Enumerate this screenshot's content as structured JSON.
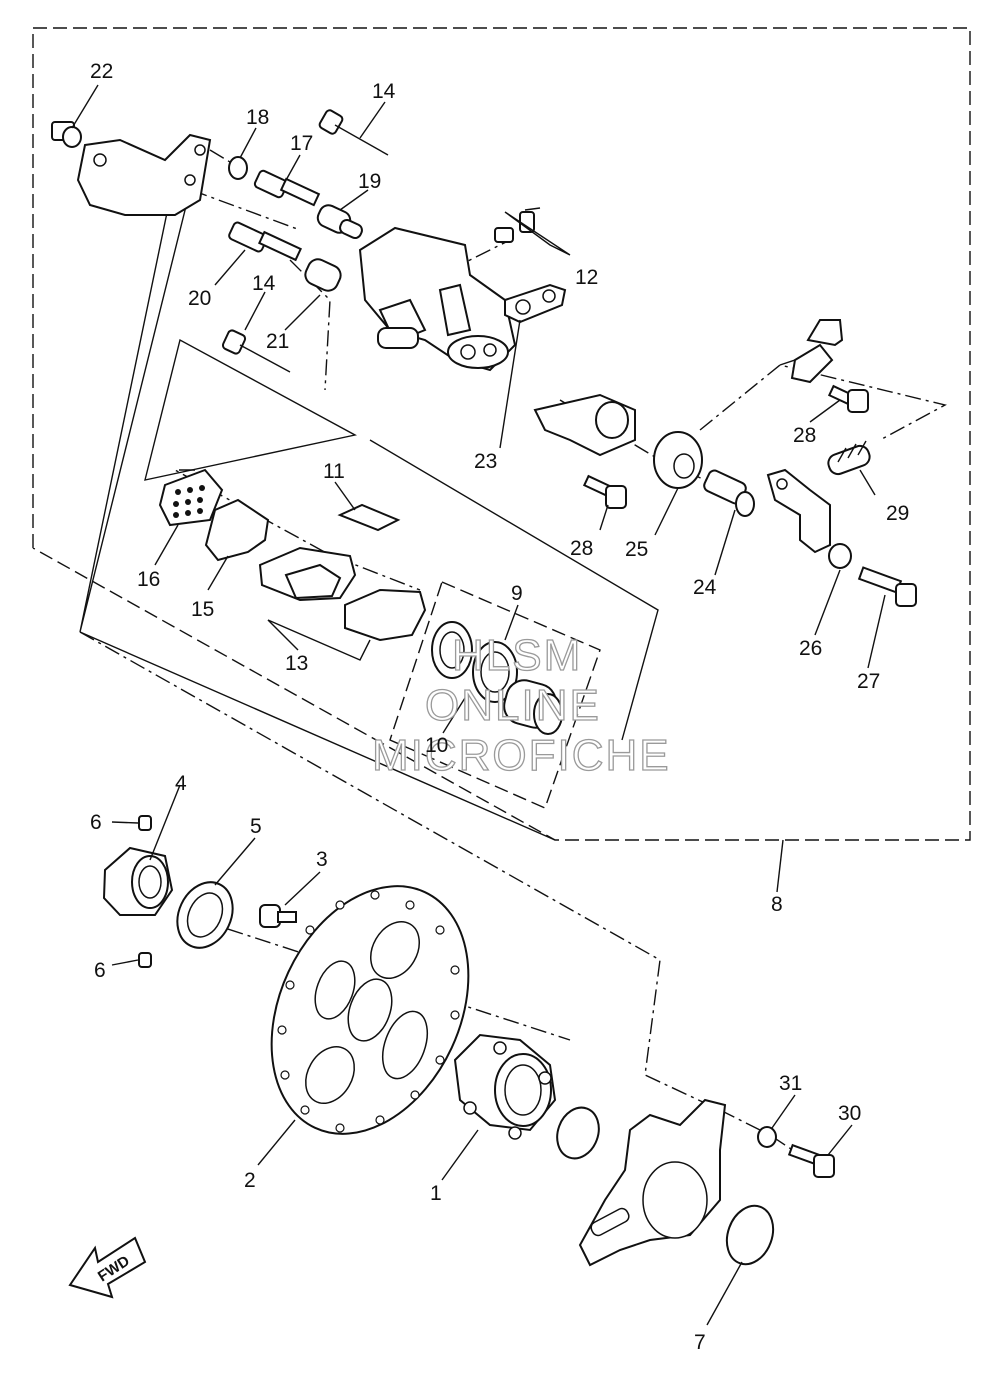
{
  "labels": [
    {
      "id": "lbl-22",
      "text": "22"
    },
    {
      "id": "lbl-18",
      "text": "18"
    },
    {
      "id": "lbl-14a",
      "text": "14"
    },
    {
      "id": "lbl-17",
      "text": "17"
    },
    {
      "id": "lbl-19",
      "text": "19"
    },
    {
      "id": "lbl-12",
      "text": "12"
    },
    {
      "id": "lbl-20",
      "text": "20"
    },
    {
      "id": "lbl-14b",
      "text": "14"
    },
    {
      "id": "lbl-21",
      "text": "21"
    },
    {
      "id": "lbl-23",
      "text": "23"
    },
    {
      "id": "lbl-28a",
      "text": "28"
    },
    {
      "id": "lbl-29",
      "text": "29"
    },
    {
      "id": "lbl-11",
      "text": "11"
    },
    {
      "id": "lbl-28b",
      "text": "28"
    },
    {
      "id": "lbl-25",
      "text": "25"
    },
    {
      "id": "lbl-24",
      "text": "24"
    },
    {
      "id": "lbl-16",
      "text": "16"
    },
    {
      "id": "lbl-15",
      "text": "15"
    },
    {
      "id": "lbl-9",
      "text": "9"
    },
    {
      "id": "lbl-13",
      "text": "13"
    },
    {
      "id": "lbl-26",
      "text": "26"
    },
    {
      "id": "lbl-27",
      "text": "27"
    },
    {
      "id": "lbl-10",
      "text": "10"
    },
    {
      "id": "lbl-4",
      "text": "4"
    },
    {
      "id": "lbl-6a",
      "text": "6"
    },
    {
      "id": "lbl-5",
      "text": "5"
    },
    {
      "id": "lbl-3",
      "text": "3"
    },
    {
      "id": "lbl-8",
      "text": "8"
    },
    {
      "id": "lbl-6b",
      "text": "6"
    },
    {
      "id": "lbl-31",
      "text": "31"
    },
    {
      "id": "lbl-30",
      "text": "30"
    },
    {
      "id": "lbl-2",
      "text": "2"
    },
    {
      "id": "lbl-1",
      "text": "1"
    },
    {
      "id": "lbl-7",
      "text": "7"
    }
  ],
  "watermark": [
    "HLSM",
    "ONLINE",
    "MICROFICHE"
  ],
  "fwd_badge": "FWD"
}
